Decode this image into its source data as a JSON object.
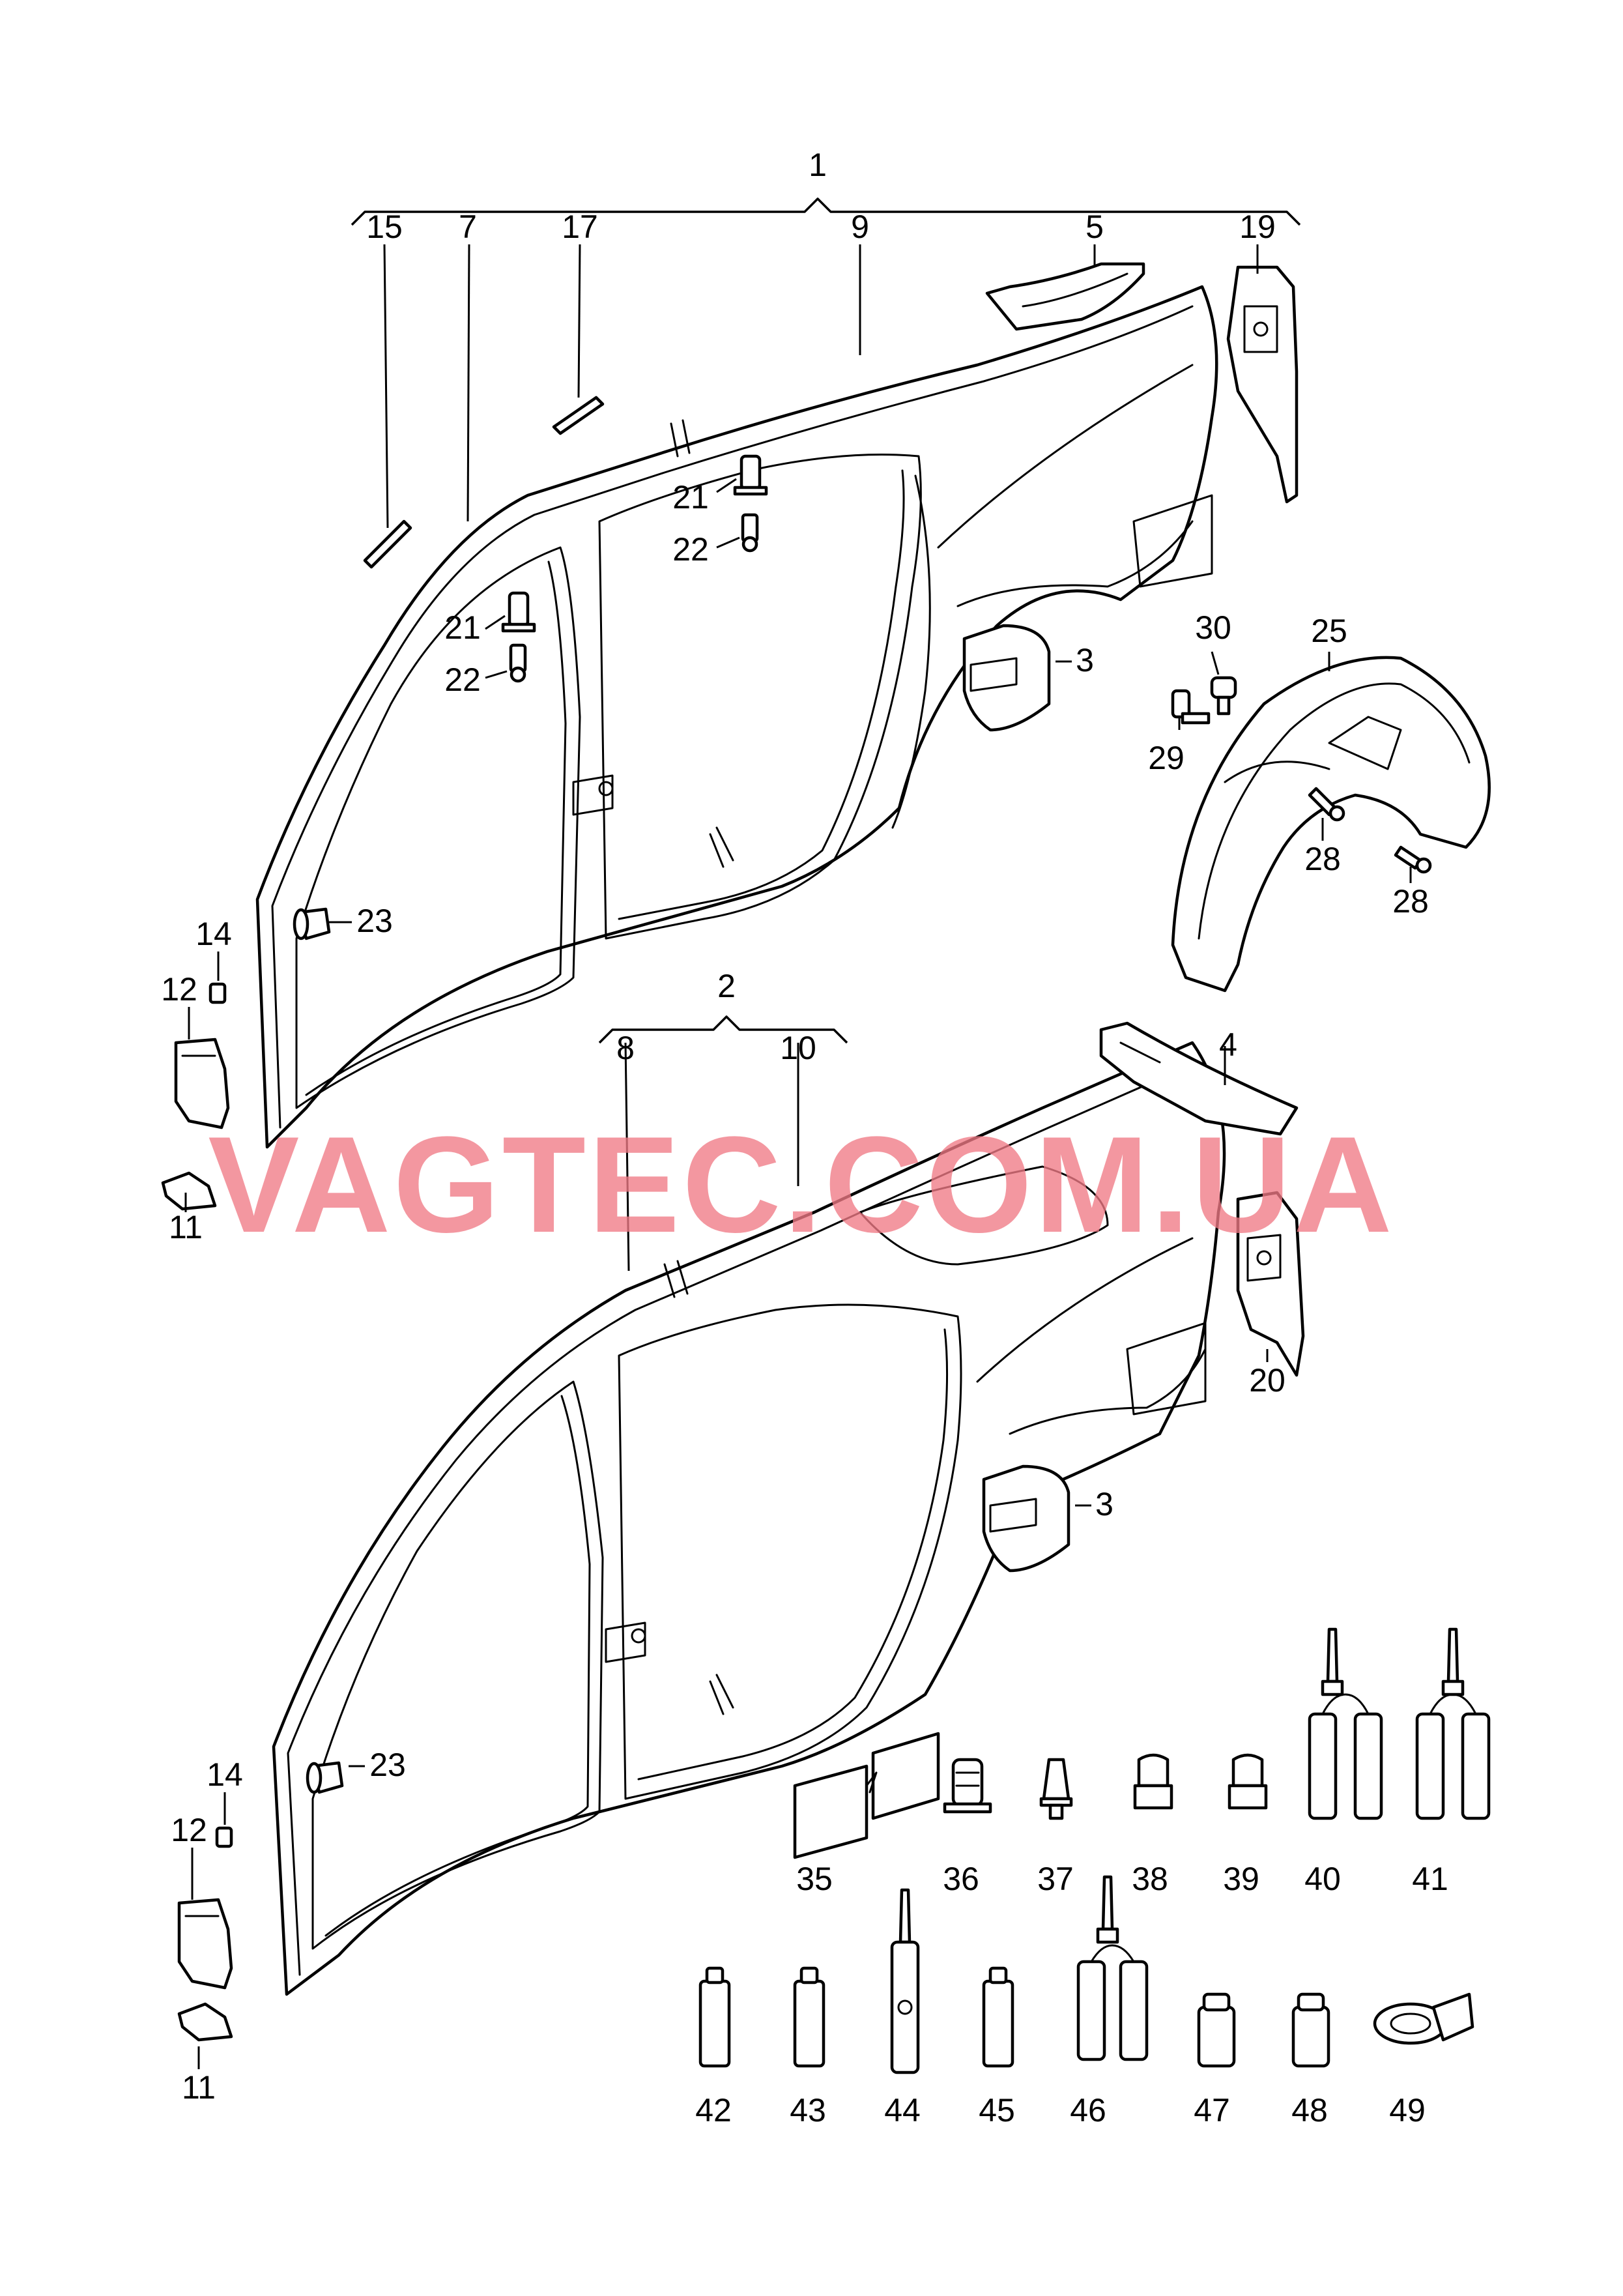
{
  "watermark": "VAGTEC.COM.UA",
  "callouts": {
    "c1": "1",
    "c2": "2",
    "c3a": "3",
    "c3b": "3",
    "c4": "4",
    "c5": "5",
    "c7": "7",
    "c8": "8",
    "c9": "9",
    "c10": "10",
    "c11a": "11",
    "c11b": "11",
    "c12a": "12",
    "c12b": "12",
    "c14a": "14",
    "c14b": "14",
    "c15": "15",
    "c17": "17",
    "c19": "19",
    "c20": "20",
    "c21a": "21",
    "c21b": "21",
    "c22a": "22",
    "c22b": "22",
    "c23a": "23",
    "c23b": "23",
    "c25": "25",
    "c28a": "28",
    "c28b": "28",
    "c29": "29",
    "c30": "30",
    "c35": "35",
    "c36": "36",
    "c37": "37",
    "c38": "38",
    "c39": "39",
    "c40": "40",
    "c41": "41",
    "c42": "42",
    "c43": "43",
    "c44": "44",
    "c45": "45",
    "c46": "46",
    "c47": "47",
    "c48": "48",
    "c49": "49"
  }
}
